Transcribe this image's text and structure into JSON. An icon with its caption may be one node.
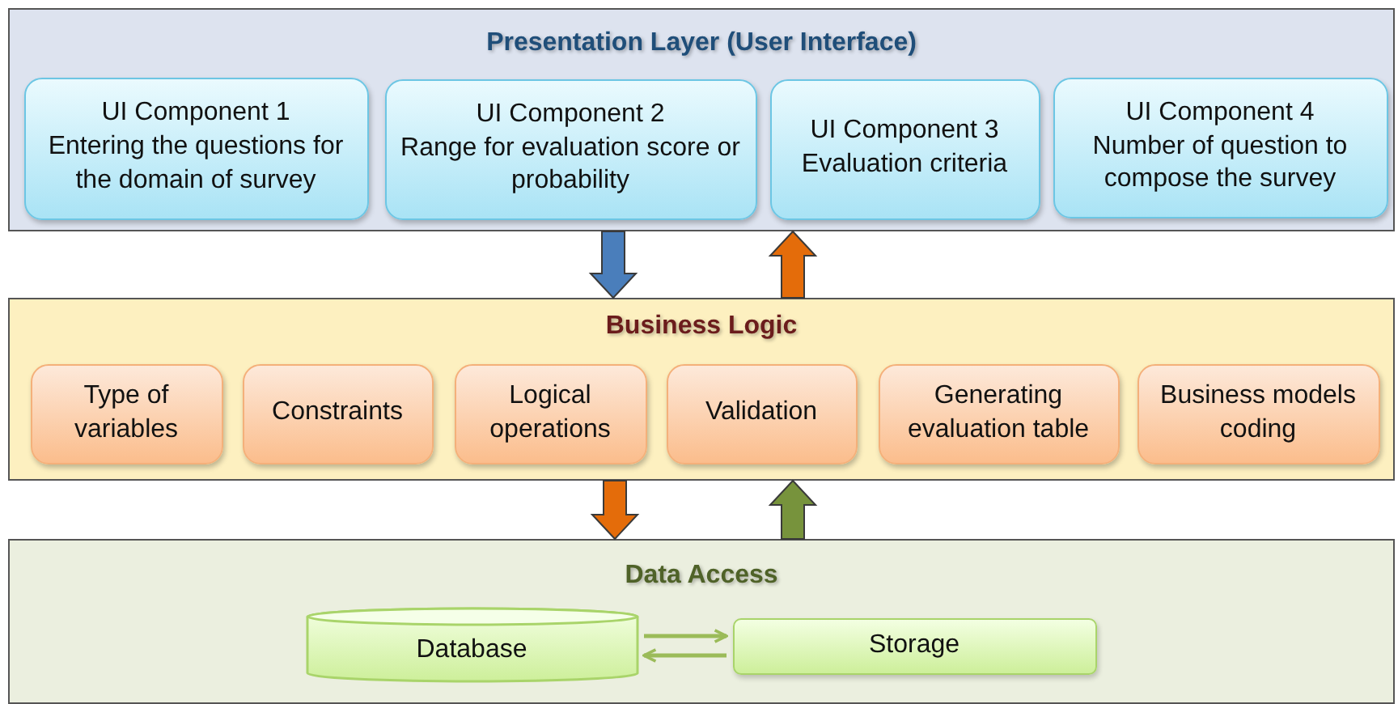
{
  "diagram": {
    "nodes": [
      {
        "text": [
          "Presentation Layer (User Interface)"
        ]
      },
      {
        "text": [
          "UI Component 1",
          "Entering the questions for the domain of survey"
        ],
        "in": 0
      },
      {
        "text": [
          "UI Component 2",
          "Range for evaluation score or probability"
        ],
        "in": 0
      },
      {
        "text": [
          "UI Component 3",
          "Evaluation criteria"
        ],
        "in": 0
      },
      {
        "text": [
          "UI Component 4",
          "Number of question to compose the survey"
        ],
        "in": 0
      },
      {
        "text": [
          "Business Logic"
        ]
      },
      {
        "text": [
          "Type of variables"
        ],
        "in": 5
      },
      {
        "text": [
          "Constraints"
        ],
        "in": 5
      },
      {
        "text": [
          "Logical operations"
        ],
        "in": 5
      },
      {
        "text": [
          "Validation"
        ],
        "in": 5
      },
      {
        "text": [
          "Generating evaluation table"
        ],
        "in": 5
      },
      {
        "text": [
          "Business models coding"
        ],
        "in": 5
      },
      {
        "text": [
          "Data Access"
        ]
      },
      {
        "text": [
          "Database"
        ],
        "in": 12
      },
      {
        "text": [
          "Storage"
        ],
        "in": 12
      }
    ],
    "edges": [
      {
        "from": 0,
        "to": 5,
        "arrow": "to",
        "style": "thick",
        "color": "#4a7ebb"
      },
      {
        "from": 5,
        "to": 0,
        "arrow": "to",
        "style": "thick",
        "color": "#e46c0a"
      },
      {
        "from": 5,
        "to": 12,
        "arrow": "to",
        "style": "thick",
        "color": "#e46c0a"
      },
      {
        "from": 12,
        "to": 5,
        "arrow": "to",
        "style": "thick",
        "color": "#77933c"
      },
      {
        "from": 13,
        "to": 14,
        "arrow": "to",
        "color": "#9bbb59"
      },
      {
        "from": 14,
        "to": 13,
        "arrow": "to",
        "color": "#9bbb59"
      }
    ]
  }
}
